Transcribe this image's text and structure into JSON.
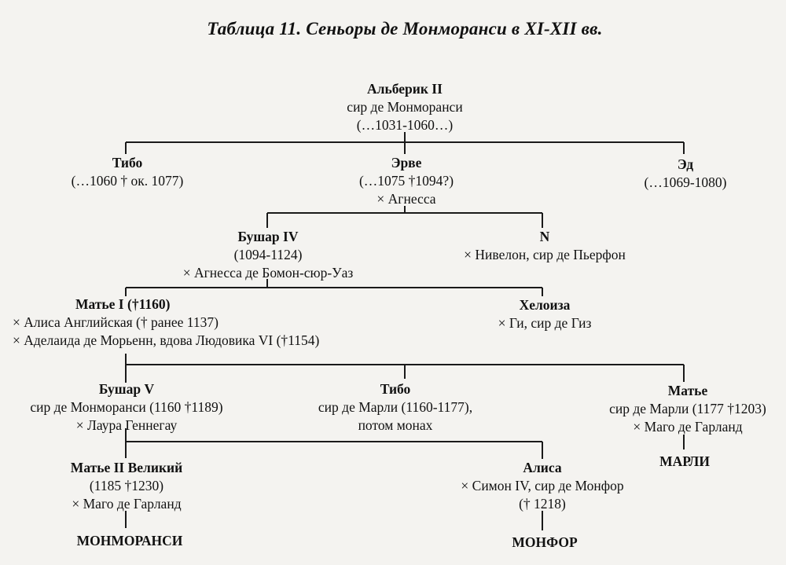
{
  "title": "Таблица 11. Сеньоры де Монморанси в XI-XII вв.",
  "nodes": {
    "alberic": {
      "name": "Альберик II",
      "lines": [
        "сир де Монморанси",
        "(…1031-1060…)"
      ]
    },
    "tibo1": {
      "name": "Тибо",
      "lines": [
        "(…1060 † ок. 1077)"
      ]
    },
    "erve": {
      "name": "Эрве",
      "lines": [
        "(…1075 †1094?)",
        "× Агнесса"
      ]
    },
    "ed": {
      "name": "Эд",
      "lines": [
        "(…1069-1080)"
      ]
    },
    "bouchard4": {
      "name": "Бушар IV",
      "lines": [
        "(1094-1124)",
        "× Агнесса де Бомон-сюр-Уаз"
      ]
    },
    "n": {
      "name": "N",
      "lines": [
        "× Нивелон, сир де Пьерфон"
      ]
    },
    "mathieu1": {
      "name": "Матье I (†1160)",
      "lines": [
        "× Алиса Английская († ранее 1137)",
        "× Аделаида де Морьенн, вдова Людовика VI (†1154)"
      ]
    },
    "heloise": {
      "name": "Хелоиза",
      "lines": [
        "× Ги, сир де Гиз"
      ]
    },
    "bouchard5": {
      "name": "Бушар V",
      "lines": [
        "сир де Монморанси (1160 †1189)",
        "× Лаура Геннегау"
      ]
    },
    "tibo2": {
      "name": "Тибо",
      "lines": [
        "сир де Марли (1160-1177),",
        "потом монах"
      ]
    },
    "mathieu_marly": {
      "name": "Матье",
      "lines": [
        "сир де Марли (1177 †1203)",
        "× Маго де Гарланд"
      ]
    },
    "mathieu2": {
      "name": "Матье II Великий",
      "lines": [
        "(1185 †1230)",
        "× Маго де Гарланд"
      ]
    },
    "alice": {
      "name": "Алиса",
      "lines": [
        "× Симон IV, сир де Монфор",
        "(† 1218)"
      ]
    }
  },
  "houses": {
    "marly": "МАРЛИ",
    "montmorency": "МОНМОРАНСИ",
    "montfort": "МОНФОР"
  },
  "colors": {
    "ink": "#111111",
    "paper": "#f4f3f0"
  }
}
